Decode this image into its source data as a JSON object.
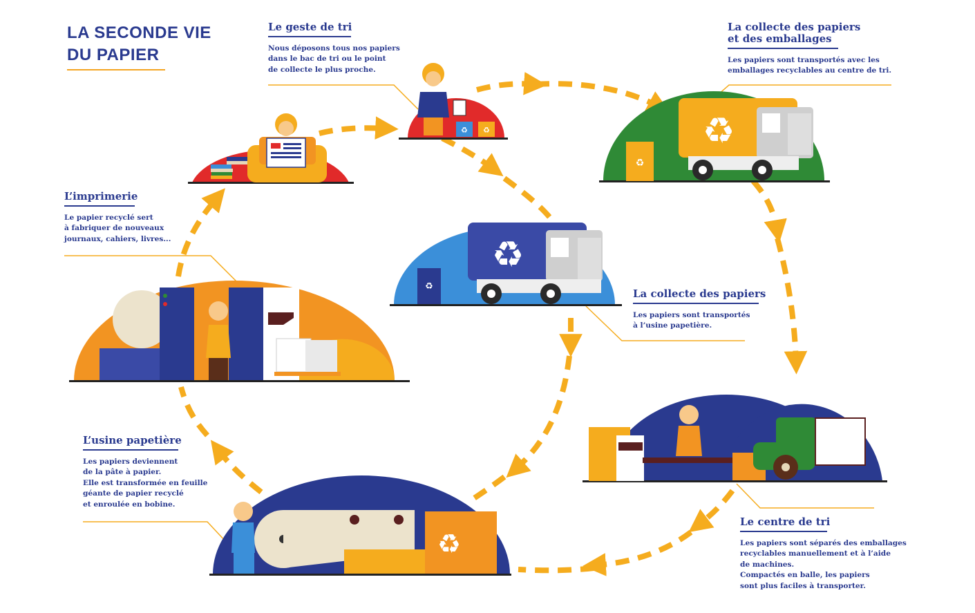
{
  "title": {
    "line1": "LA SECONDE VIE",
    "line2": "DU PAPIER"
  },
  "colors": {
    "navy": "#2a3a8f",
    "orange": "#f29422",
    "yellow": "#f5ac1e",
    "red": "#e12a2a",
    "green": "#2f8a36",
    "blue": "#3b8fd9"
  },
  "steps": [
    {
      "key": "geste",
      "heading": "Le geste de tri",
      "text": "Nous déposons tous nos papiers\ndans le bac de tri ou le point\nde collecte le plus proche."
    },
    {
      "key": "collecte_emballages",
      "heading": "La collecte des papiers\net  des emballages",
      "text": "Les papiers sont transportés avec les\nemballages recyclables au centre de tri."
    },
    {
      "key": "collecte_papiers",
      "heading": "La collecte des papiers",
      "text": "Les papiers sont transportés\nà l’usine papetière."
    },
    {
      "key": "centre_tri",
      "heading": "Le centre de tri",
      "text": "Les papiers sont séparés des emballages\nrecyclables manuellement et à l’aide\nde machines.\nCompactés en balle, les papiers\nsont plus faciles à  transporter."
    },
    {
      "key": "usine",
      "heading": "L’usine papetière",
      "text": "Les papiers deviennent\nde la pâte à papier.\nElle est transformée en feuille\ngéante de papier recyclé\net enroulée en bobine."
    },
    {
      "key": "imprimerie",
      "heading": "L’imprimerie",
      "text": "Le papier recyclé sert\nà fabriquer de nouveaux\njournaux, cahiers, livres..."
    }
  ]
}
